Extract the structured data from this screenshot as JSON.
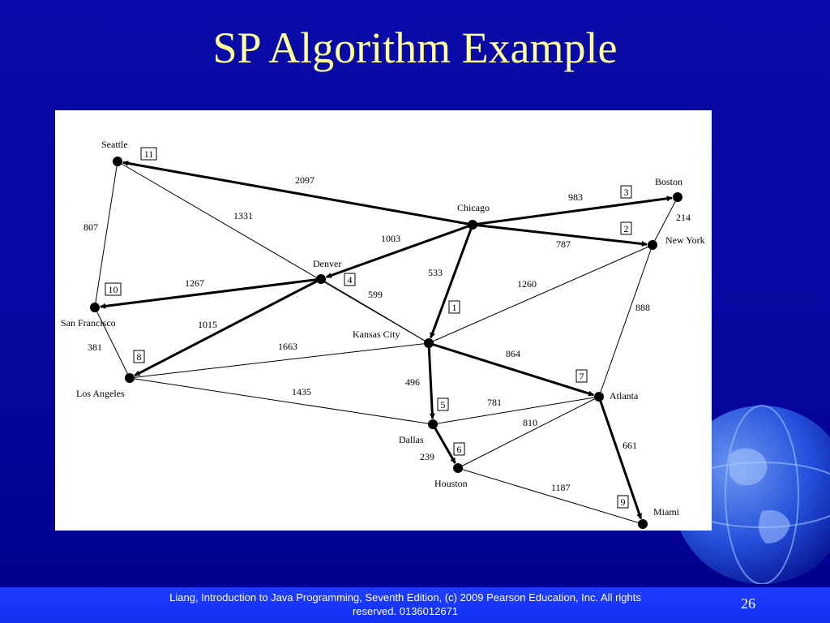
{
  "slide": {
    "title": "SP Algorithm Example",
    "footer": "Liang, Introduction to Java Programming, Seventh Edition, (c) 2009 Pearson Education, Inc. All rights reserved. 0136012671",
    "page_number": "26"
  },
  "graph": {
    "nodes": [
      {
        "id": "seattle",
        "label": "Seattle"
      },
      {
        "id": "san-francisco",
        "label": "San Francisco"
      },
      {
        "id": "los-angeles",
        "label": "Los Angeles"
      },
      {
        "id": "denver",
        "label": "Denver"
      },
      {
        "id": "kansas-city",
        "label": "Kansas City"
      },
      {
        "id": "chicago",
        "label": "Chicago"
      },
      {
        "id": "boston",
        "label": "Boston"
      },
      {
        "id": "new-york",
        "label": "New York"
      },
      {
        "id": "atlanta",
        "label": "Atlanta"
      },
      {
        "id": "dallas",
        "label": "Dallas"
      },
      {
        "id": "houston",
        "label": "Houston"
      },
      {
        "id": "miami",
        "label": "Miami"
      }
    ],
    "edges": [
      {
        "from": "seattle",
        "to": "san-francisco",
        "weight": "807",
        "bold": false
      },
      {
        "from": "seattle",
        "to": "kansas-city",
        "weight": "1331",
        "bold": false
      },
      {
        "from": "chicago",
        "to": "seattle",
        "weight": "2097",
        "bold": true
      },
      {
        "from": "chicago",
        "to": "boston",
        "weight": "983",
        "bold": true
      },
      {
        "from": "chicago",
        "to": "new-york",
        "weight": "787",
        "bold": true
      },
      {
        "from": "chicago",
        "to": "denver",
        "weight": "1003",
        "bold": true
      },
      {
        "from": "chicago",
        "to": "kansas-city",
        "weight": "533",
        "bold": true
      },
      {
        "from": "boston",
        "to": "new-york",
        "weight": "214",
        "bold": false
      },
      {
        "from": "denver",
        "to": "san-francisco",
        "weight": "1267",
        "bold": true
      },
      {
        "from": "denver",
        "to": "los-angeles",
        "weight": "1015",
        "bold": true
      },
      {
        "from": "denver",
        "to": "kansas-city",
        "weight": "599",
        "bold": false
      },
      {
        "from": "san-francisco",
        "to": "los-angeles",
        "weight": "381",
        "bold": false
      },
      {
        "from": "los-angeles",
        "to": "kansas-city",
        "weight": "1663",
        "bold": false
      },
      {
        "from": "los-angeles",
        "to": "dallas",
        "weight": "1435",
        "bold": false
      },
      {
        "from": "kansas-city",
        "to": "new-york",
        "weight": "1260",
        "bold": false
      },
      {
        "from": "kansas-city",
        "to": "atlanta",
        "weight": "864",
        "bold": true
      },
      {
        "from": "kansas-city",
        "to": "dallas",
        "weight": "496",
        "bold": true
      },
      {
        "from": "new-york",
        "to": "atlanta",
        "weight": "888",
        "bold": false
      },
      {
        "from": "dallas",
        "to": "atlanta",
        "weight": "781",
        "bold": false
      },
      {
        "from": "houston",
        "to": "atlanta",
        "weight": "810",
        "bold": false
      },
      {
        "from": "dallas",
        "to": "houston",
        "weight": "239",
        "bold": true
      },
      {
        "from": "atlanta",
        "to": "miami",
        "weight": "661",
        "bold": true
      },
      {
        "from": "houston",
        "to": "miami",
        "weight": "1187",
        "bold": false
      }
    ],
    "order_badges": [
      {
        "node": "kansas-city",
        "label": "1"
      },
      {
        "node": "new-york",
        "label": "2"
      },
      {
        "node": "boston",
        "label": "3"
      },
      {
        "node": "denver",
        "label": "4"
      },
      {
        "node": "dallas",
        "label": "5"
      },
      {
        "node": "houston",
        "label": "6"
      },
      {
        "node": "atlanta",
        "label": "7"
      },
      {
        "node": "los-angeles",
        "label": "8"
      },
      {
        "node": "miami",
        "label": "9"
      },
      {
        "node": "san-francisco",
        "label": "10"
      },
      {
        "node": "seattle",
        "label": "11"
      }
    ]
  }
}
